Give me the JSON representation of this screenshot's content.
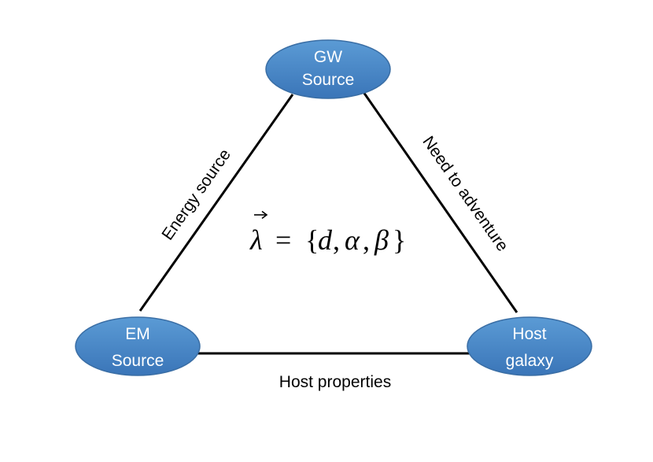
{
  "nodes": {
    "gw": {
      "line1": "GW",
      "line2": "Source"
    },
    "em": {
      "line1": "EM",
      "line2": "Source"
    },
    "host": {
      "line1": "Host",
      "line2": "galaxy"
    }
  },
  "edges": {
    "left": "Energy source",
    "right": "Need to adventure",
    "bottom": "Host properties"
  },
  "formula": {
    "lhs": "λ",
    "eq": "=",
    "open": "{",
    "d": "d",
    "comma1": ",",
    "alpha": "α",
    "comma2": ",",
    "beta": "β",
    "close": "}"
  },
  "colors": {
    "node_fill_top": "#5b9bd5",
    "node_fill_bottom": "#3a75b8",
    "node_stroke": "#3a6ea5",
    "edge": "#000000",
    "node_text": "#ffffff"
  }
}
